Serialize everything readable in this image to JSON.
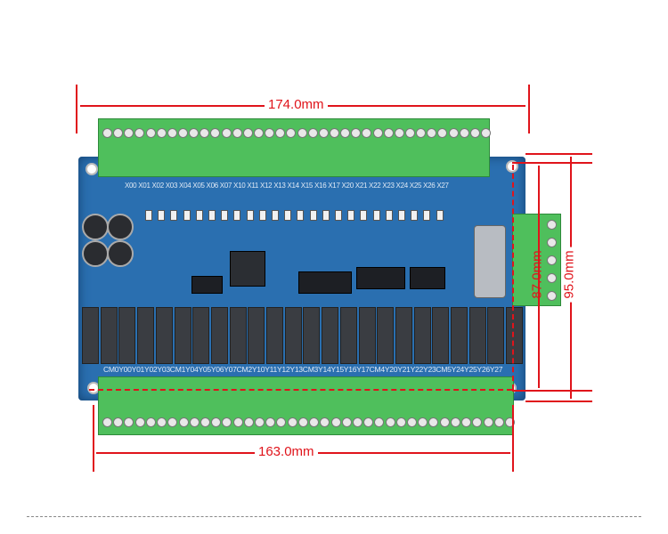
{
  "dimensions": {
    "width_top": "174.0mm",
    "width_bottom": "163.0mm",
    "height_inner": "87.0mm",
    "height_outer": "95.0mm"
  },
  "board": {
    "input_labels": "X00 X01 X02 X03 X04 X05 X06 X07 X10 X11 X12 X13 X14 X15 X16 X17 X20 X21 X22 X23 X24 X25 X26 X27",
    "output_labels": "CM0Y00Y01Y02Y03CM1Y04Y05Y06Y07CM2Y10Y11Y12Y13CM3Y14Y15Y16Y17CM4Y20Y21Y22Y23CM5Y24Y25Y26Y27"
  },
  "colors": {
    "dimension": "#e0141b",
    "pcb": "#2a6fb0",
    "terminal": "#4fbf5c"
  }
}
